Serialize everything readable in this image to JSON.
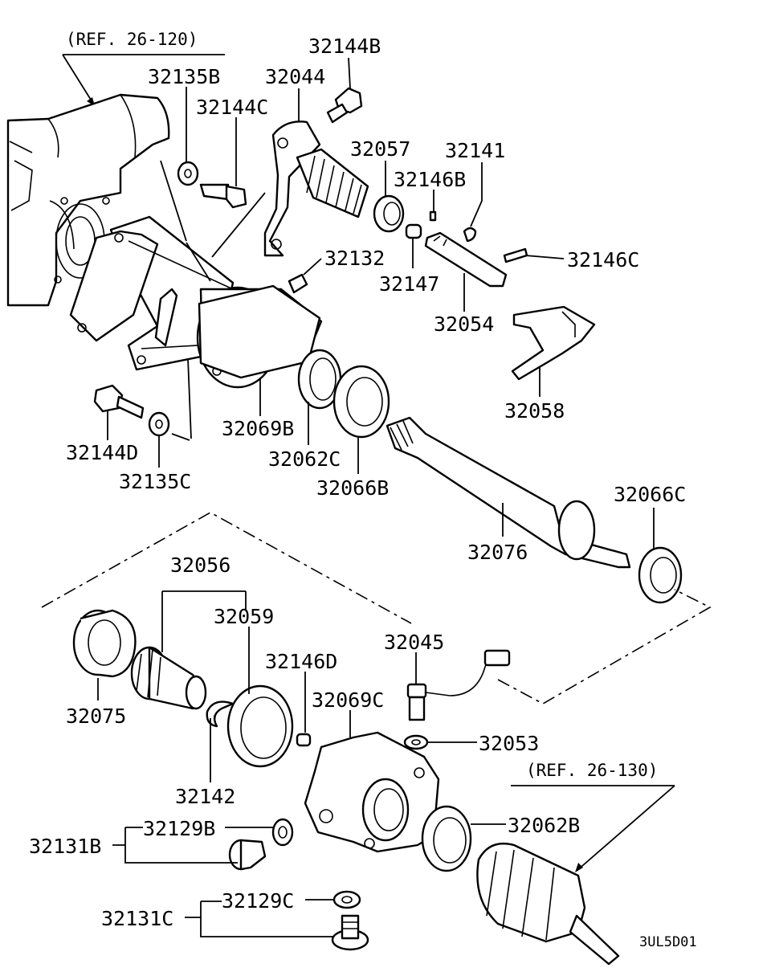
{
  "diagram": {
    "code": "3UL5D01",
    "refs": [
      "(REF. 26-120)",
      "(REF. 26-130)"
    ],
    "labels": [
      "32144B",
      "32135B",
      "32044",
      "32144C",
      "32057",
      "32141",
      "32146B",
      "32132",
      "32146C",
      "32147",
      "32054",
      "32058",
      "32069B",
      "32144D",
      "32062C",
      "32135C",
      "32066B",
      "32066C",
      "32076",
      "32056",
      "32059",
      "32146D",
      "32045",
      "32069C",
      "32075",
      "32053",
      "32142",
      "32062B",
      "32129B",
      "32131B",
      "32129C",
      "32131C"
    ]
  }
}
